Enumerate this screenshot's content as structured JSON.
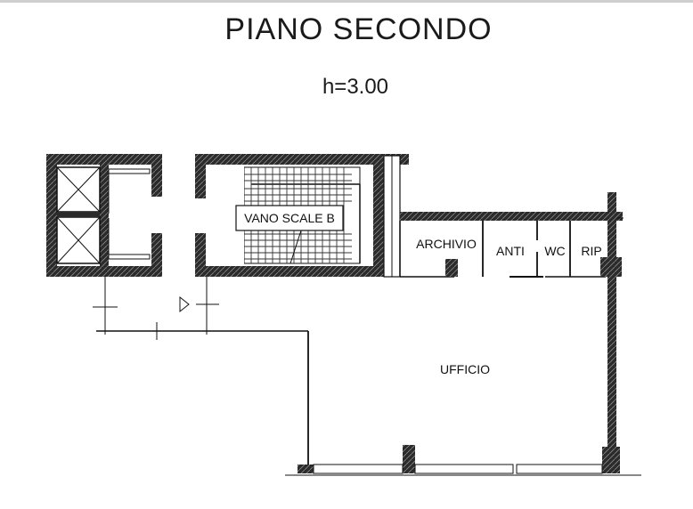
{
  "header": {
    "title": "PIANO SECONDO",
    "height_label": "h=3.00"
  },
  "rooms": {
    "stairwell": "VANO SCALE B",
    "archive": "ARCHIVIO",
    "anteroom": "ANTI",
    "toilet": "WC",
    "storage": "RIP",
    "office": "UFFICIO"
  },
  "colors": {
    "wall": "#1a1a1a",
    "hatch": "#2a2a2a",
    "line": "#111111",
    "background": "#ffffff"
  }
}
